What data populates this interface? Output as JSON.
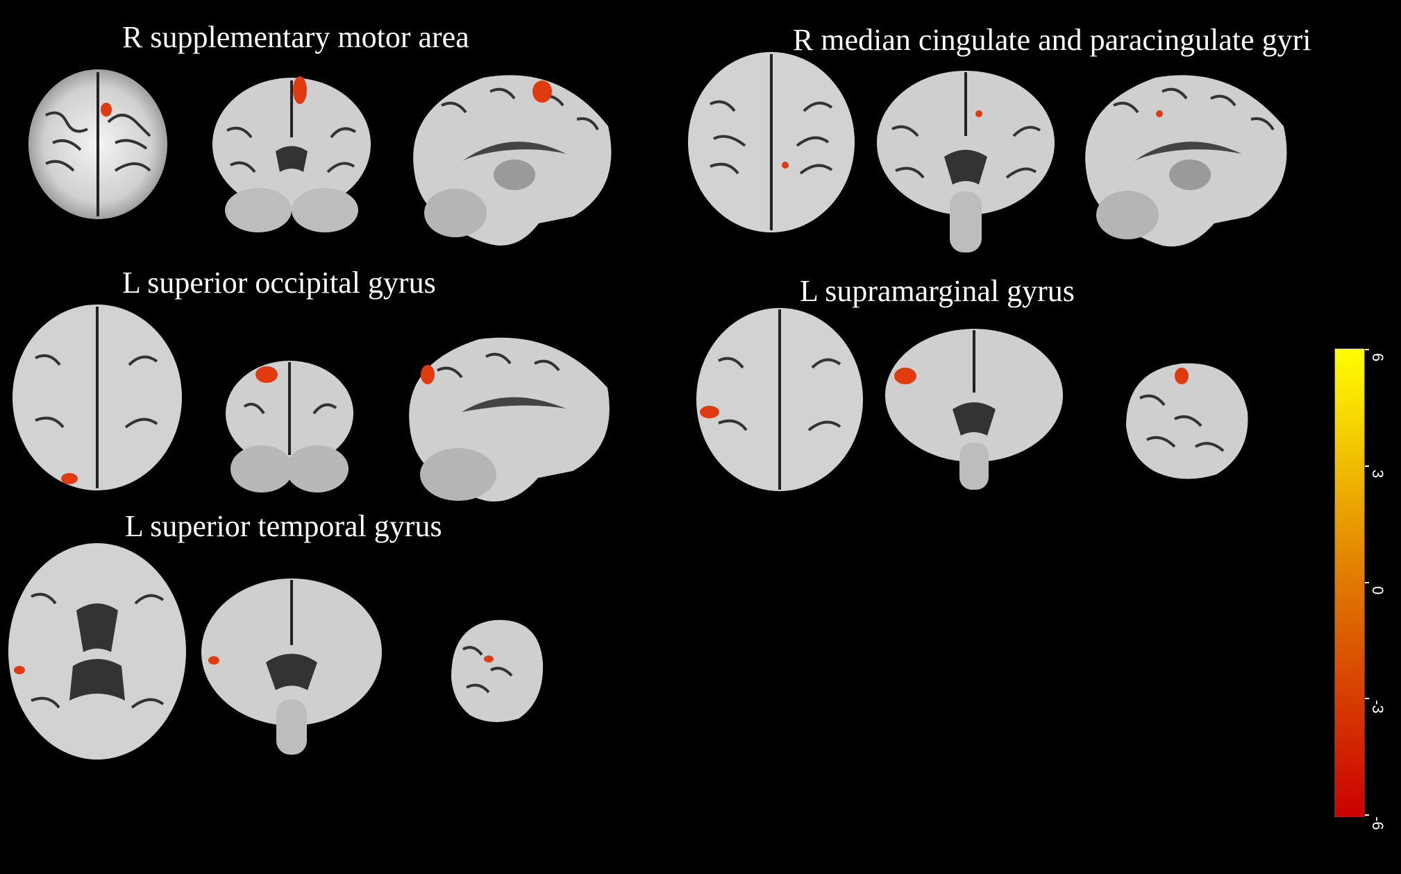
{
  "panels": [
    {
      "title": "R supplementary motor area"
    },
    {
      "title": "R median cingulate and paracingulate gyri"
    },
    {
      "title": "L superior occipital gyrus"
    },
    {
      "title": "L supramarginal gyrus"
    },
    {
      "title": "L superior temporal gyrus"
    }
  ],
  "colorbar": {
    "ticks": [
      "6",
      "3",
      "0",
      "-3",
      "-6"
    ],
    "colors": {
      "low": "#cc0000",
      "mid": "#e07800",
      "high": "#ffff00"
    }
  },
  "colors": {
    "background": "#000000",
    "highlight": "#e03a10"
  }
}
